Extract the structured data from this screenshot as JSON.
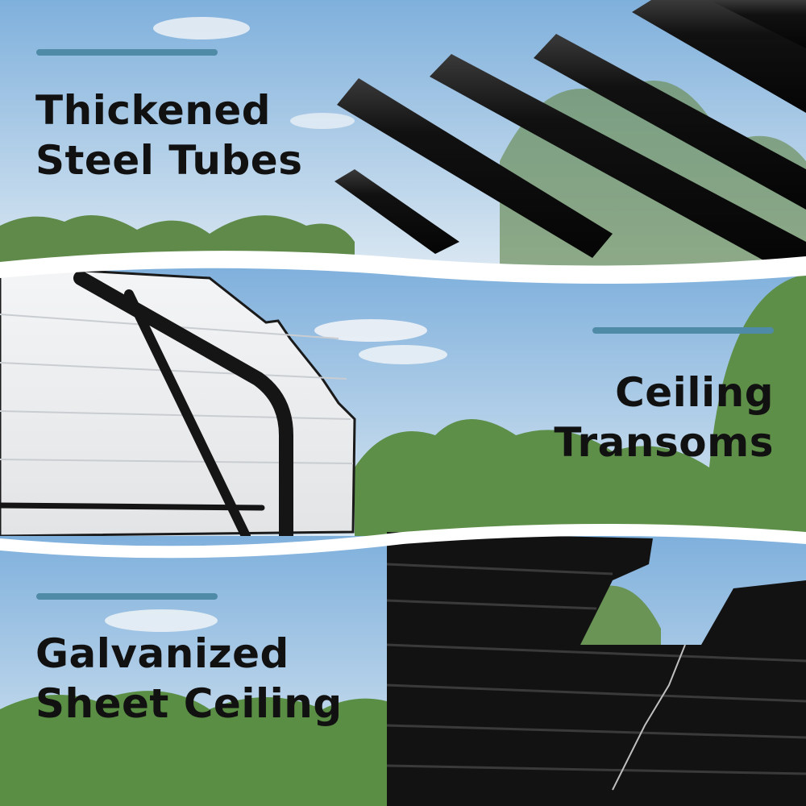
{
  "sections": [
    {
      "title_line1": "Thickened",
      "title_line2": "Steel Tubes"
    },
    {
      "title_line1": "Ceiling",
      "title_line2": "Transoms"
    },
    {
      "title_line1": "Galvanized",
      "title_line2": "Sheet Ceiling"
    }
  ],
  "colors": {
    "accent_bar": "#4f8aa6",
    "text": "#111111",
    "steel": "#141414"
  }
}
